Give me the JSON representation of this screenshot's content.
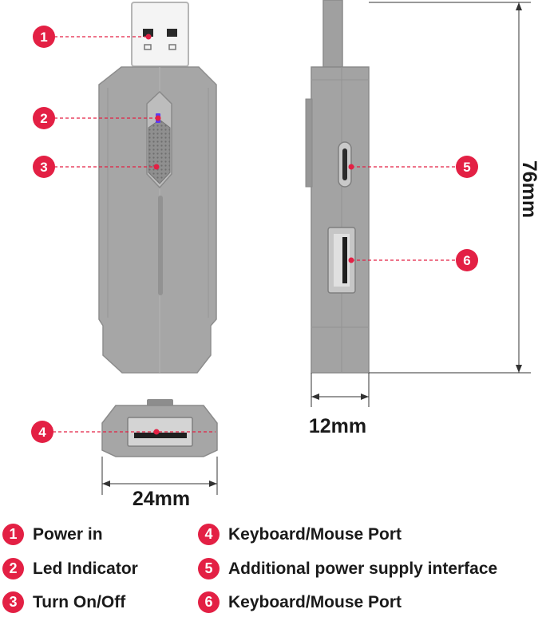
{
  "colors": {
    "accent": "#e32044",
    "device": "#a3a3a3",
    "device_dark": "#8a8a8a",
    "led": "#5b3cf2"
  },
  "callouts": [
    "1",
    "2",
    "3",
    "4",
    "5",
    "6"
  ],
  "dimensions": {
    "height": "76mm",
    "depth": "12mm",
    "width": "24mm"
  },
  "legend": [
    {
      "num": "1",
      "label": "Power in"
    },
    {
      "num": "2",
      "label": "Led Indicator"
    },
    {
      "num": "3",
      "label": "Turn On/Off"
    },
    {
      "num": "4",
      "label": "Keyboard/Mouse Port"
    },
    {
      "num": "5",
      "label": "Additional power supply interface"
    },
    {
      "num": "6",
      "label": "Keyboard/Mouse Port"
    }
  ]
}
